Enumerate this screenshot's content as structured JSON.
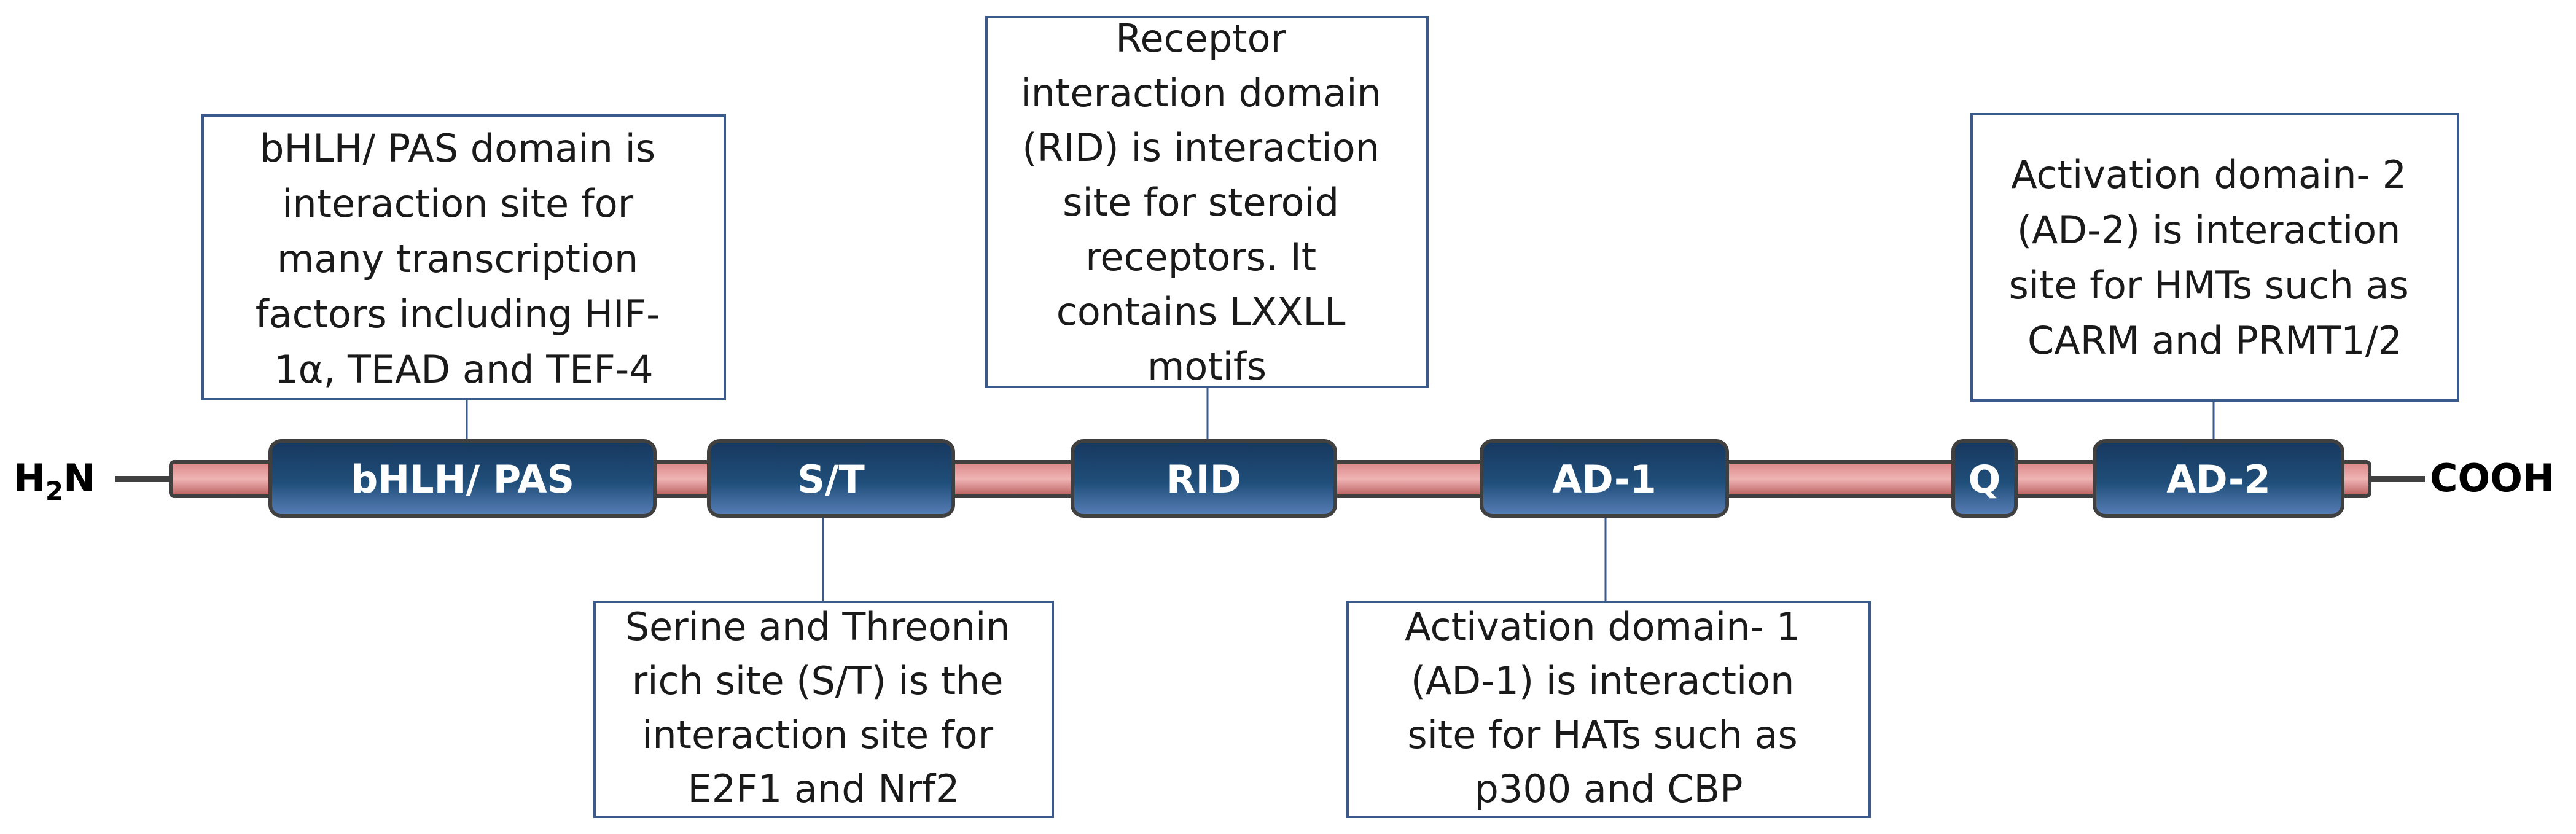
{
  "terminals": {
    "n_main": "H",
    "n_sub": "2",
    "n_tail": "N",
    "c": "COOH"
  },
  "domains": [
    {
      "id": "bhlh-pas",
      "label": "bHLH/ PAS"
    },
    {
      "id": "st",
      "label": "S/T"
    },
    {
      "id": "rid",
      "label": "RID"
    },
    {
      "id": "ad1",
      "label": "AD-1"
    },
    {
      "id": "q",
      "label": "Q"
    },
    {
      "id": "ad2",
      "label": "AD-2"
    }
  ],
  "annotations": [
    {
      "id": "bhlh-pas",
      "lines": [
        "bHLH/ PAS domain is",
        "interaction site for",
        "many transcription",
        "factors  including HIF-",
        "1α, TEAD and TEF-4"
      ]
    },
    {
      "id": "rid",
      "lines": [
        "Receptor",
        "interaction domain",
        "(RID) is interaction",
        "site for steroid",
        "receptors. It",
        "contains LXXLL",
        "motifs"
      ]
    },
    {
      "id": "ad2",
      "lines": [
        "Activation domain- 2",
        "(AD-2) is interaction",
        "site for HMTs such as",
        "CARM and PRMT1/2"
      ]
    },
    {
      "id": "st",
      "lines": [
        "Serine and Threonin",
        "rich site (S/T) is the",
        "interaction site for",
        "E2F1 and Nrf2"
      ]
    },
    {
      "id": "ad1",
      "lines": [
        "Activation domain- 1",
        "(AD-1) is interaction",
        "site for HATs such as",
        "p300 and CBP"
      ]
    }
  ],
  "colors": {
    "backbone_light": "#f0b4b4",
    "backbone_mid": "#d98585",
    "backbone_dark": "#b85c5c",
    "domain_top": "#17375e",
    "domain_mid": "#1f4e79",
    "domain_bottom": "#5a7fb8",
    "box_border": "#3b5a8c",
    "outline": "#404040"
  }
}
